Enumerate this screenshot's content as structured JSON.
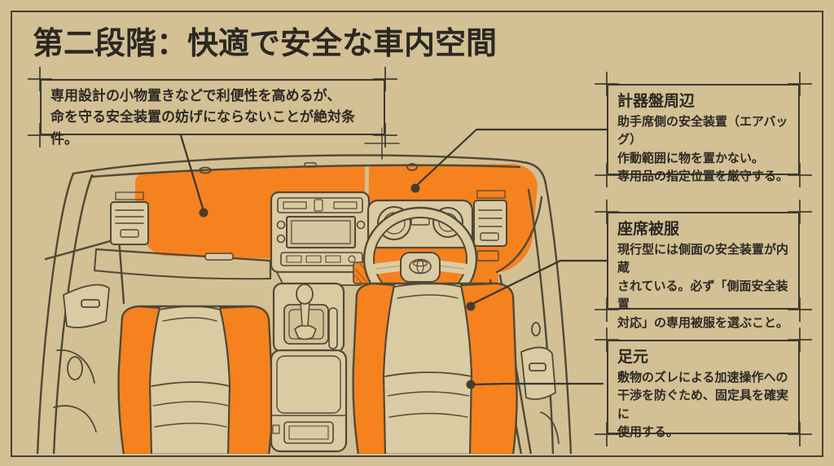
{
  "title": "第二段階：快適で安全な車内空間",
  "colors": {
    "background": "#d3c094",
    "accent_orange": "#f5821e",
    "line": "#4f4937",
    "text": "#2d2a24",
    "frame": "#44403a"
  },
  "callouts": [
    {
      "id": "design-note",
      "lines": [
        "専用設計の小物置きなどで利便性を高めるが、",
        "命を守る安全装置の妨げにならないことが絶対条件。"
      ]
    },
    {
      "id": "instrument-panel",
      "heading": "計器盤周辺",
      "lines": [
        "助手席側の安全装置（エアバッグ）",
        "作動範囲に物を置かない。",
        "専用品の指定位置を厳守する。"
      ]
    },
    {
      "id": "seat-covering",
      "heading": "座席被服",
      "lines": [
        "現行型には側面の安全装置が内蔵",
        "されている。必ず「側面安全装置",
        "対応」の専用被服を選ぶこと。"
      ]
    },
    {
      "id": "footwell",
      "heading": "足元",
      "lines": [
        "敷物のズレによる加速操作への",
        "干渉を防ぐため、固定具を確実に",
        "使用する。"
      ]
    }
  ]
}
